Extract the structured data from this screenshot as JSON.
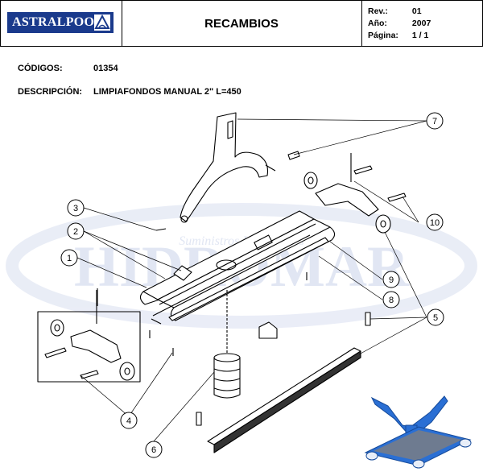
{
  "header": {
    "logo_text": "ASTRALPOOL",
    "title": "RECAMBIOS",
    "rev_label": "Rev.:",
    "rev_value": "01",
    "year_label": "Año:",
    "year_value": "2007",
    "page_label": "Página:",
    "page_value": "1 / 1"
  },
  "info": {
    "codes_label": "CÓDIGOS:",
    "codes_value": "01354",
    "desc_label": "DESCRIPCIÓN:",
    "desc_value": "LIMPIAFONDOS MANUAL 2\" L=450"
  },
  "callouts": [
    "1",
    "2",
    "3",
    "4",
    "5",
    "6",
    "7",
    "8",
    "9",
    "10"
  ],
  "watermark": {
    "brand": "HIDROMAR",
    "tagline": "Suministros Industriales"
  },
  "colors": {
    "logo_blue": "#1a3a8c",
    "product_blue": "#2a6fd4",
    "watermark": "#c9d3ea"
  }
}
